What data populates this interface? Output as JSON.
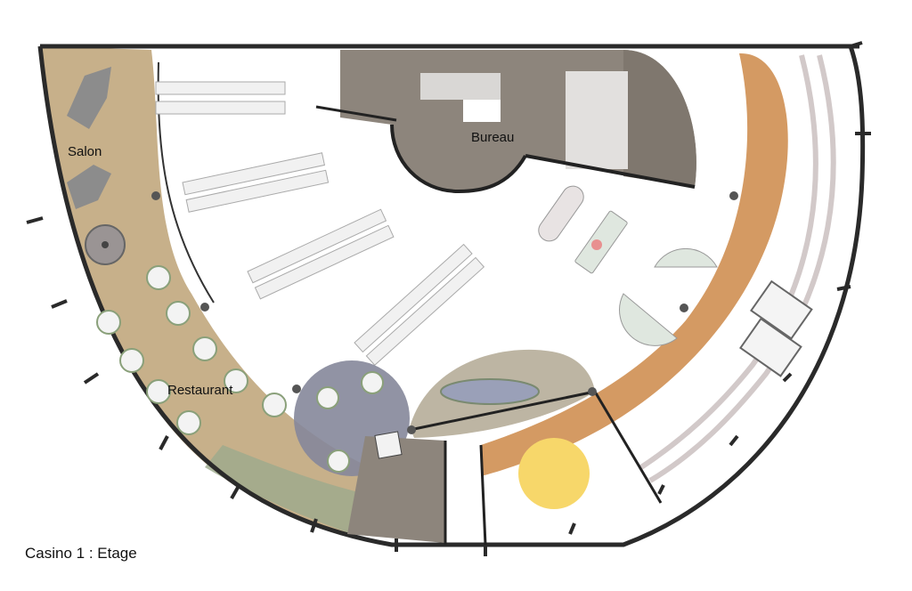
{
  "caption": "Casino 1 : Etage",
  "rooms": {
    "salon": "Salon",
    "bureau": "Bureau",
    "restaurant": "Restaurant"
  },
  "colors": {
    "salon_floor": "#c7b08a",
    "outer_wall": "#2a2a2a",
    "bureau_block": "#8d857c",
    "corridor_ring": "#d49a63",
    "stage_circle": "#f7d76a",
    "round_meeting": "#85879a",
    "oval_meeting": "#bdb5a3",
    "sofa": "#8c8c8c"
  }
}
